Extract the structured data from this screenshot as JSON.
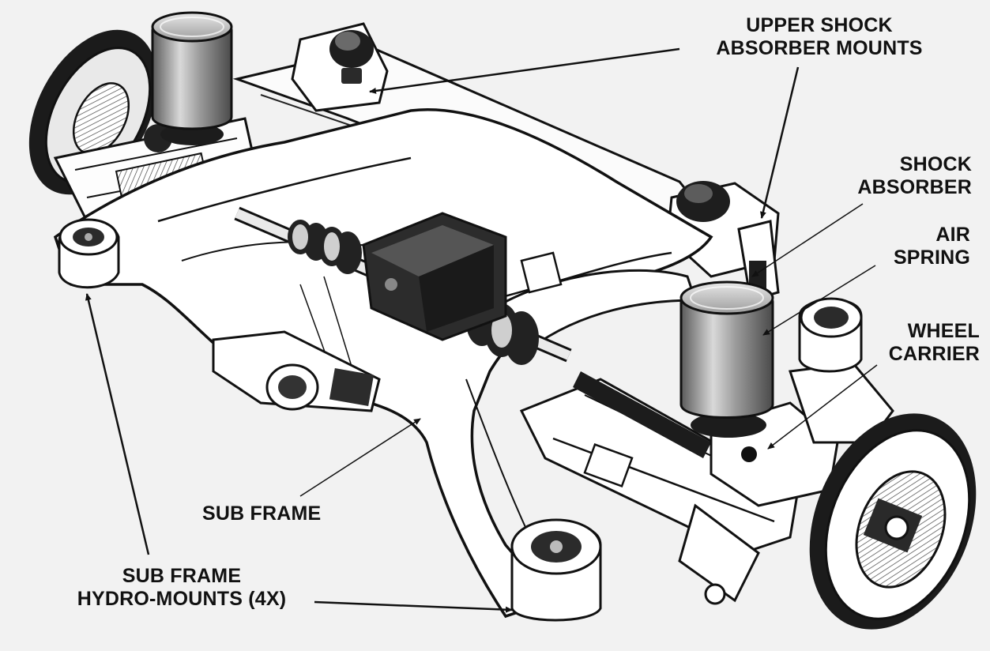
{
  "labels": {
    "upper_shock_mounts": [
      "UPPER SHOCK",
      "ABSORBER MOUNTS"
    ],
    "shock_absorber": [
      "SHOCK",
      "ABSORBER"
    ],
    "air_spring": [
      "AIR",
      "SPRING"
    ],
    "wheel_carrier": [
      "WHEEL",
      "CARRIER"
    ],
    "sub_frame": "SUB FRAME",
    "sub_frame_hydro_mounts": [
      "SUB FRAME",
      "HYDRO-MOUNTS (4X)"
    ]
  },
  "colors": {
    "background": "#f2f2f2",
    "ink": "#111111",
    "frame_fill": "#ffffff",
    "air_spring_mid": "#8e8e8e",
    "air_spring_dark": "#5a5a5a",
    "diff_dark": "#2c2c2c"
  }
}
